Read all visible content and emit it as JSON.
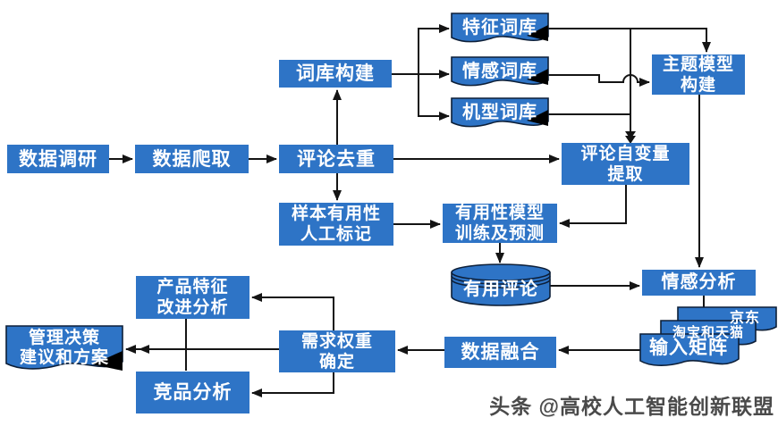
{
  "diagram": {
    "watermark": "头条 @高校人工智能创新联盟",
    "colors": {
      "node_fill": "#2E74C6",
      "node_text": "#ffffff",
      "line": "#141414",
      "doc_outline": "#0d1f38"
    },
    "nodes": {
      "data_research": {
        "label": "数据调研",
        "shape": "process"
      },
      "data_crawl": {
        "label": "数据爬取",
        "shape": "process"
      },
      "comment_dedup": {
        "label": "评论去重",
        "shape": "process"
      },
      "lexicon_build": {
        "label": "词库构建",
        "shape": "process"
      },
      "feature_lexicon": {
        "label": "特征词库",
        "shape": "document"
      },
      "sentiment_lexicon": {
        "label": "情感词库",
        "shape": "document"
      },
      "model_lexicon": {
        "label": "机型词库",
        "shape": "document"
      },
      "topic_model": {
        "label": "主题模型\n构建",
        "shape": "process"
      },
      "comment_var": {
        "label": "评论自变量\n提取",
        "shape": "process"
      },
      "sample_label": {
        "label": "样本有用性\n人工标记",
        "shape": "process"
      },
      "useful_model": {
        "label": "有用性模型\n训练及预测",
        "shape": "process"
      },
      "useful_comments": {
        "label": "有用评论",
        "shape": "database-cylinder"
      },
      "sentiment_analysis": {
        "label": "情感分析",
        "shape": "process"
      },
      "jd": {
        "label": "京东",
        "shape": "document"
      },
      "taobao_tmall": {
        "label": "淘宝和天猫",
        "shape": "document"
      },
      "input_matrix": {
        "label": "输入矩阵",
        "shape": "document"
      },
      "data_fusion": {
        "label": "数据融合",
        "shape": "process"
      },
      "demand_weight": {
        "label": "需求权重\n确定",
        "shape": "process"
      },
      "product_feature": {
        "label": "产品特征\n改进分析",
        "shape": "process"
      },
      "competitor": {
        "label": "竞品分析",
        "shape": "process"
      },
      "decision_doc": {
        "label": "管理决策\n建议和方案",
        "shape": "document"
      }
    },
    "edges": [
      {
        "from": "数据调研",
        "to": "数据爬取"
      },
      {
        "from": "数据爬取",
        "to": "评论去重"
      },
      {
        "from": "评论去重",
        "to": "词库构建"
      },
      {
        "from": "词库构建",
        "to": "特征词库"
      },
      {
        "from": "词库构建",
        "to": "情感词库"
      },
      {
        "from": "词库构建",
        "to": "机型词库"
      },
      {
        "from": "特征词库",
        "to": "主题模型构建"
      },
      {
        "from": "情感词库",
        "to": "主题模型构建"
      },
      {
        "from": "机型词库",
        "to": "评论自变量提取"
      },
      {
        "from": "评论去重",
        "to": "评论自变量提取"
      },
      {
        "from": "评论去重",
        "to": "样本有用性人工标记"
      },
      {
        "from": "评论自变量提取",
        "to": "有用性模型训练及预测"
      },
      {
        "from": "样本有用性人工标记",
        "to": "有用性模型训练及预测"
      },
      {
        "from": "有用性模型训练及预测",
        "to": "有用评论"
      },
      {
        "from": "有用评论",
        "to": "情感分析"
      },
      {
        "from": "主题模型构建",
        "to": "情感分析"
      },
      {
        "from": "情感分析",
        "to": "京东/淘宝和天猫/输入矩阵"
      },
      {
        "from": "输入矩阵",
        "to": "数据融合"
      },
      {
        "from": "数据融合",
        "to": "需求权重确定"
      },
      {
        "from": "需求权重确定",
        "to": "产品特征改进分析"
      },
      {
        "from": "需求权重确定",
        "to": "竞品分析"
      },
      {
        "from": "需求权重确定",
        "to": "管理决策建议和方案"
      },
      {
        "from": "产品特征改进分析/竞品分析",
        "to": "管理决策建议和方案"
      }
    ]
  }
}
